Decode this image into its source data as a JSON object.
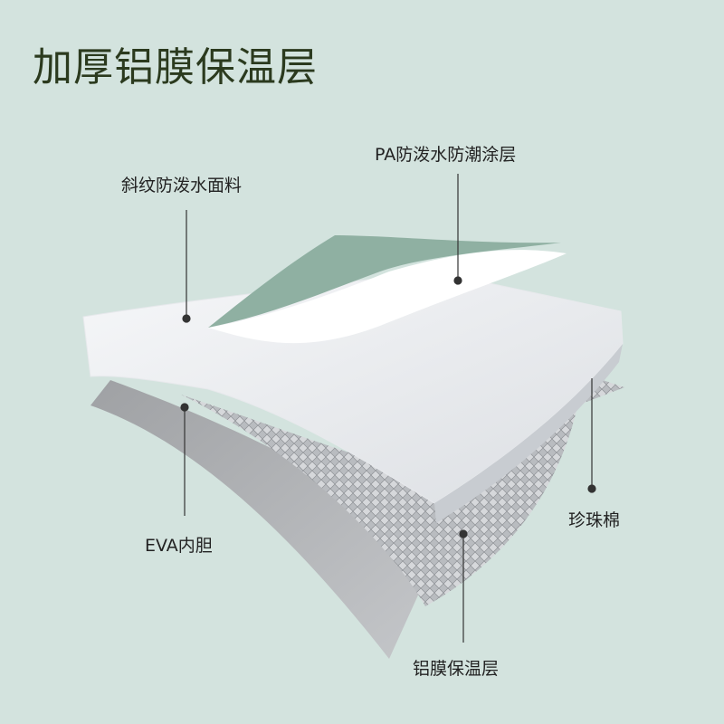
{
  "title": "加厚铝膜保温层",
  "layers": [
    {
      "id": "twill-fabric",
      "label": "斜纹防泼水面料"
    },
    {
      "id": "pa-coating",
      "label": "PA防泼水防潮涂层"
    },
    {
      "id": "pearl-cotton",
      "label": "珍珠棉"
    },
    {
      "id": "eva-liner",
      "label": "EVA内胆"
    },
    {
      "id": "aluminum-film",
      "label": "铝膜保温层"
    }
  ],
  "colors": {
    "background": "#d3e3de",
    "fabric": "#8fb0a2",
    "coating": "#ffffff",
    "foam": "#eef0f2",
    "aluminum": "#b9bcc0",
    "eva": "#a9aaad",
    "leader": "#333333"
  }
}
